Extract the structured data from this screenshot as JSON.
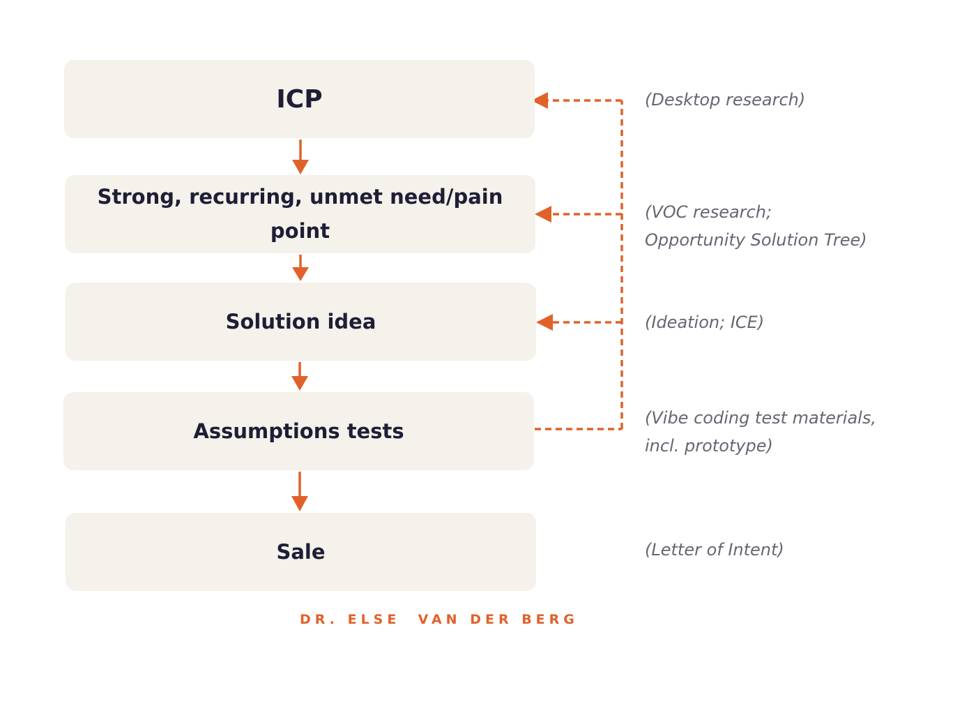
{
  "colors": {
    "box_fill": "#f5f1eb",
    "box_text": "#1e1e36",
    "accent": "#e0622a",
    "note_text": "#666672"
  },
  "steps": [
    {
      "label": "ICP"
    },
    {
      "label": "Strong, recurring, unmet need/pain point"
    },
    {
      "label": "Solution idea"
    },
    {
      "label": "Assumptions tests"
    },
    {
      "label": "Sale"
    }
  ],
  "notes": [
    {
      "lines": [
        "(Desktop research)"
      ]
    },
    {
      "lines": [
        "(VOC research;",
        "Opportunity Solution Tree)"
      ]
    },
    {
      "lines": [
        "(Ideation; ICE)"
      ]
    },
    {
      "lines": [
        "(Vibe coding test materials,",
        "incl. prototype)"
      ]
    },
    {
      "lines": [
        "(Letter of Intent)"
      ]
    }
  ],
  "footer": {
    "credit": "DR. ELSE  VAN DER BERG"
  }
}
